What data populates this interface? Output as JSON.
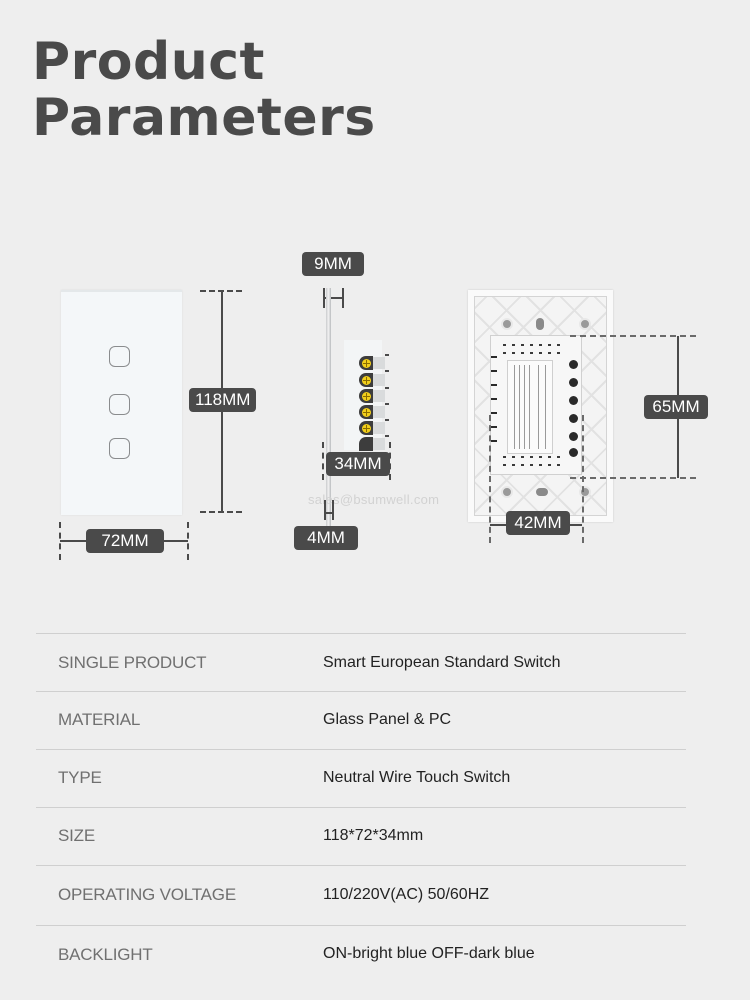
{
  "title": {
    "line1": "Product",
    "line2": "Parameters"
  },
  "dimensions": {
    "front_height": "118MM",
    "front_width": "72MM",
    "glass_thickness": "9MM",
    "body_depth": "34MM",
    "panel_edge": "4MM",
    "module_height": "65MM",
    "module_width": "42MM"
  },
  "watermark": "sales@bsumwell.com",
  "colors": {
    "background": "#eeeeee",
    "title": "#4a4a4a",
    "dim_label_bg": "#4a4a4a",
    "key_text": "#707070",
    "value_text": "#222222",
    "screw": "#f2cf1a"
  },
  "specs": [
    {
      "key": "SINGLE PRODUCT",
      "value": "Smart European Standard Switch"
    },
    {
      "key": "MATERIAL",
      "value": "Glass Panel & PC"
    },
    {
      "key": "TYPE",
      "value": "Neutral Wire Touch Switch"
    },
    {
      "key": "SIZE",
      "value": "118*72*34mm"
    },
    {
      "key": "OPERATING VOLTAGE",
      "value": "110/220V(AC) 50/60HZ"
    },
    {
      "key": "BACKLIGHT",
      "value": "ON-bright blue OFF-dark blue"
    }
  ]
}
